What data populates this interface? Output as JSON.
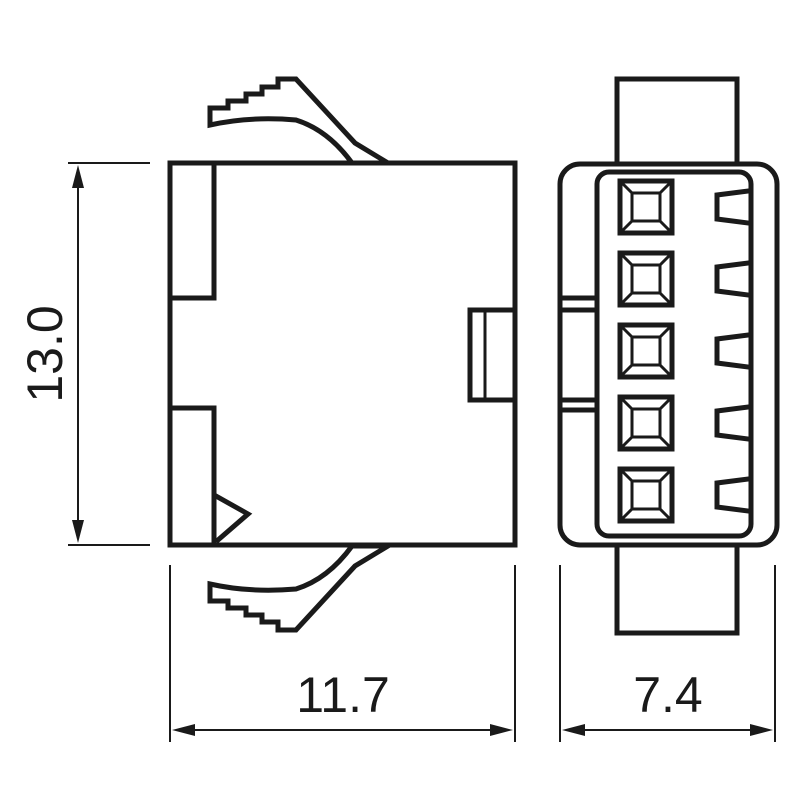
{
  "dimensions": {
    "height_label": "13.0",
    "width_label": "11.7",
    "depth_label": "7.4"
  },
  "views": {
    "side_view_icon": "connector-side-profile",
    "front_view_icon": "connector-front-face",
    "cavity_count": 5
  }
}
